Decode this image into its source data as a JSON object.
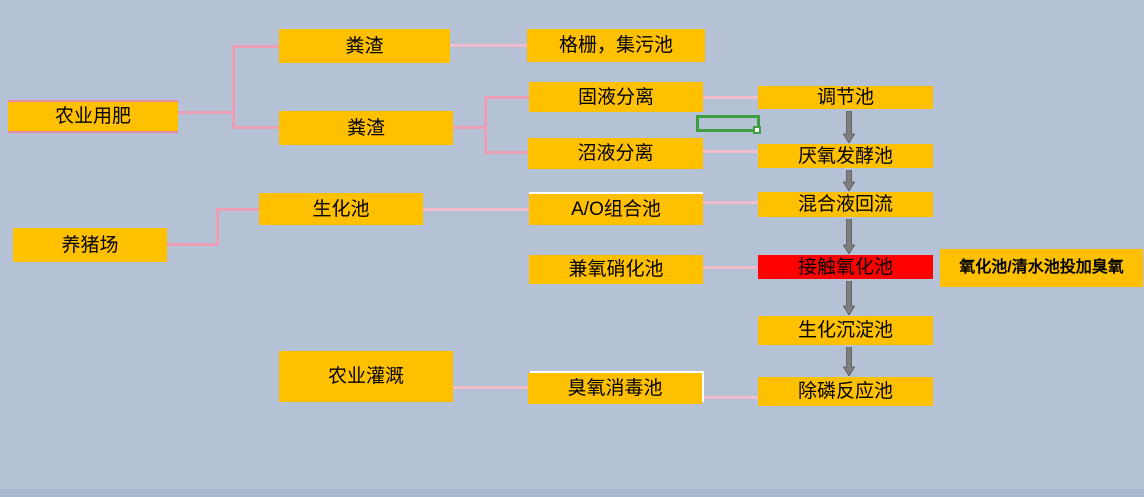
{
  "diagram": {
    "type": "flowchart",
    "language": "zh-CN",
    "nodes": [
      {
        "id": "agriculture-fertilizer",
        "label": "农业用肥"
      },
      {
        "id": "pig-farm",
        "label": "养猪场"
      },
      {
        "id": "manure-residue-1",
        "label": "粪渣"
      },
      {
        "id": "manure-residue-2",
        "label": "粪渣"
      },
      {
        "id": "biochemical-pool",
        "label": "生化池"
      },
      {
        "id": "agriculture-irrigation",
        "label": "农业灌溉"
      },
      {
        "id": "grid-sump-pool",
        "label": "格栅，集污池"
      },
      {
        "id": "solid-liquid-separation",
        "label": "固液分离"
      },
      {
        "id": "biogas-slurry-separation",
        "label": "沼液分离"
      },
      {
        "id": "ao-combination-pool",
        "label": "A/O组合池"
      },
      {
        "id": "facultative-nitrification-pool",
        "label": "兼氧硝化池"
      },
      {
        "id": "ozone-disinfection-pool",
        "label": "臭氧消毒池"
      },
      {
        "id": "regulating-pool",
        "label": "调节池"
      },
      {
        "id": "anaerobic-fermentation-pool",
        "label": "厌氧发酵池"
      },
      {
        "id": "mixed-liquor-reflux",
        "label": "混合液回流"
      },
      {
        "id": "contact-oxidation-pool",
        "label": "接触氧化池",
        "highlighted": true
      },
      {
        "id": "biochemical-sedimentation-pool",
        "label": "生化沉淀池"
      },
      {
        "id": "phosphorus-removal-reaction-pool",
        "label": "除磷反应池"
      }
    ],
    "annotation": {
      "label": "氧化池/清水池投加臭氧"
    },
    "selection": {
      "present": true,
      "note": "green spreadsheet cell selection box with fill handle"
    },
    "colors": {
      "background": "#B5C2D5",
      "bottom_band": "#A7B9CE",
      "node_fill": "#FFC000",
      "highlight_fill": "#FF0000",
      "text": "#000000",
      "connector_light_pink": "#F2BCCB",
      "connector_dark_pink": "#EC9EB4",
      "arrow_gray": "#7F7F7F",
      "selection_green": "#3E9F41"
    }
  }
}
